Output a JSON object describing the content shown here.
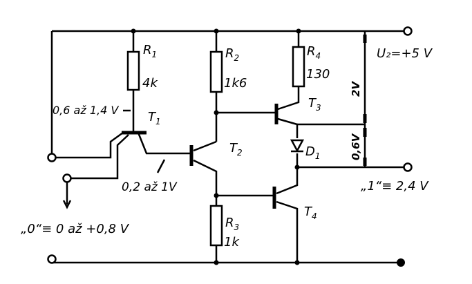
{
  "components": {
    "R1": {
      "name": "R",
      "sub": "1",
      "value": "4k"
    },
    "R2": {
      "name": "R",
      "sub": "2",
      "value": "1k6"
    },
    "R3": {
      "name": "R",
      "sub": "3",
      "value": "1k"
    },
    "R4": {
      "name": "R",
      "sub": "4",
      "value": "130"
    },
    "T1": {
      "name": "T",
      "sub": "1"
    },
    "T2": {
      "name": "T",
      "sub": "2"
    },
    "T3": {
      "name": "T",
      "sub": "3"
    },
    "T4": {
      "name": "T",
      "sub": "4"
    },
    "D1": {
      "name": "D",
      "sub": "1"
    }
  },
  "annotations": {
    "supply": "U₂=+5 V",
    "t1_base_voltage": "0,6 až 1,4 V",
    "t1_collector_voltage": "0,2 až 1V",
    "logic_one": "„1“≡ 2,4 V",
    "logic_zero": "„0“≡ 0 až +0,8 V",
    "drop_2v": "2V",
    "drop_06v": "0,6V"
  }
}
